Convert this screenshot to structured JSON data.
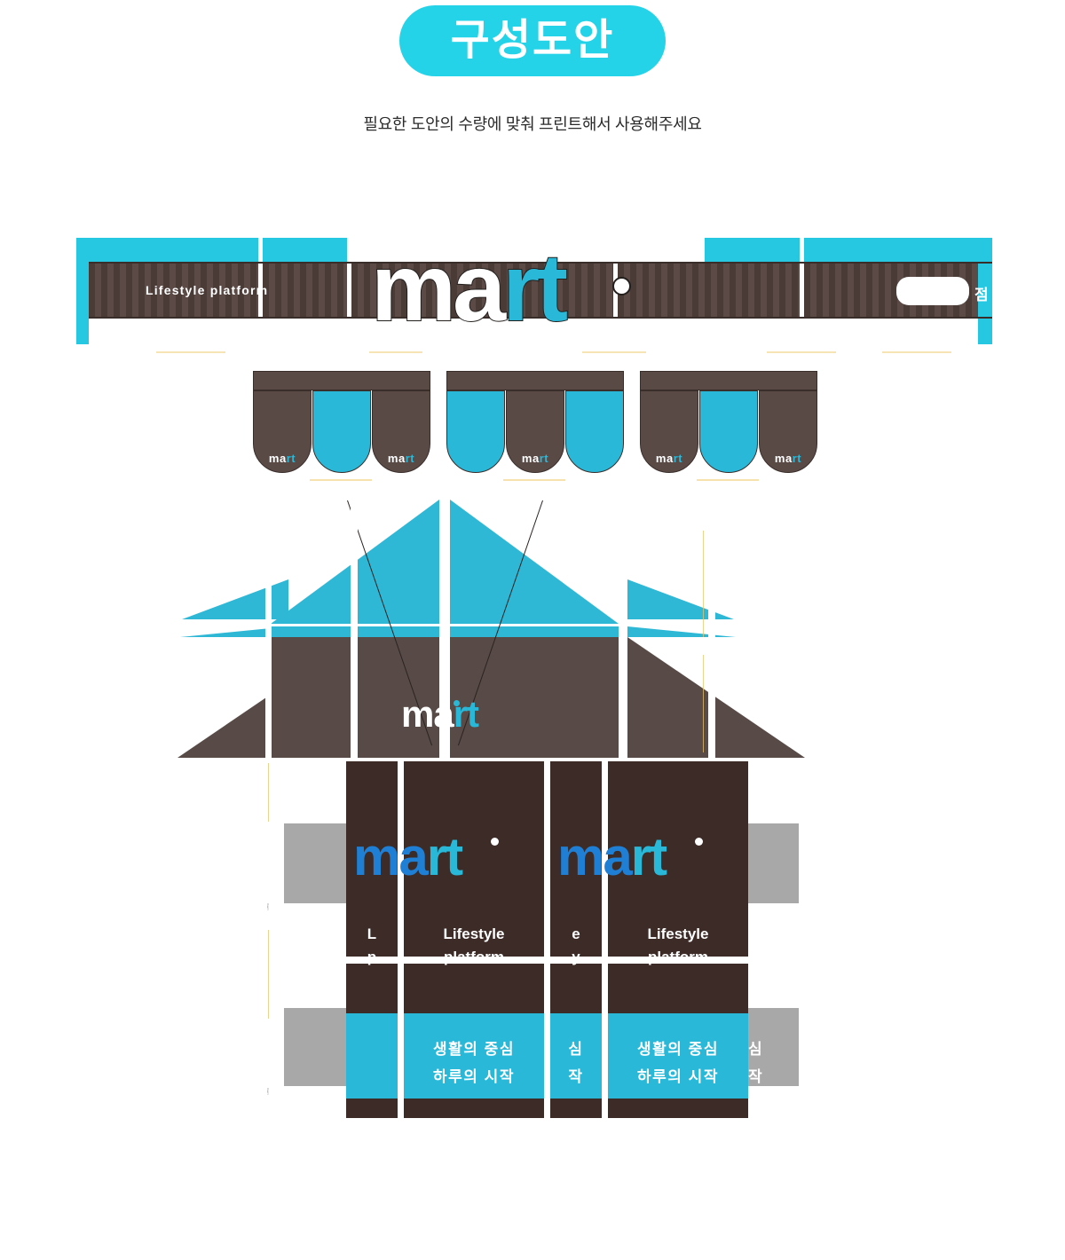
{
  "header": {
    "badge_label": "구성도안",
    "subtitle": "필요한 도안의 수량에 맞춰 프린트해서 사용해주세요"
  },
  "colors": {
    "accent_cyan": "#25d3e8",
    "panel_cyan": "#29b8d8",
    "roof_cyan": "#2fb8d6",
    "dark_brown": "#4a3b37",
    "body_brown": "#3c2b27",
    "stripe_light": "#5b4a45",
    "tab_gray": "#a8a8a8",
    "logo_blue": "#1f7fd4",
    "white": "#ffffff"
  },
  "banner": {
    "tagline": "Lifestyle platform",
    "logo_white": "ma",
    "logo_cyan": "rt",
    "store_suffix": "점",
    "name_box_placeholder": ""
  },
  "awning": {
    "scallop_label_white": "ma",
    "scallop_label_cyan": "rt",
    "groups": [
      {
        "scallops": [
          "brown-mart",
          "cyan",
          "brown-mart"
        ]
      },
      {
        "scallops": [
          "cyan",
          "brown-mart",
          "cyan"
        ]
      },
      {
        "scallops": [
          "brown-mart",
          "cyan",
          "brown-mart"
        ]
      }
    ]
  },
  "roof": {
    "logo_white": "ma",
    "logo_cyan": "rt"
  },
  "body": {
    "logo_blue": "ma",
    "logo_cyan": "rt",
    "tagline_line1": "Lifestyle",
    "tagline_line2": "platform",
    "korean_line1": "생활의 중심",
    "korean_line2": "하루의 시작",
    "panels": [
      {
        "logo": true,
        "tagline": true,
        "korean": true
      },
      {
        "logo": true,
        "tagline": true,
        "korean": true
      }
    ]
  }
}
